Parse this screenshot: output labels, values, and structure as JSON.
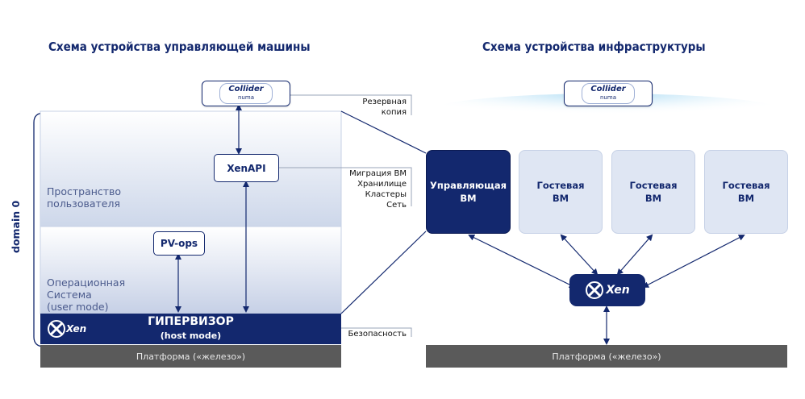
{
  "left": {
    "title": "Схема устройства управляющей машины",
    "logo": {
      "name": "Collider",
      "sub": "numa"
    },
    "xenapi": "XenAPI",
    "pvops": "PV-ops",
    "userspace": "Пространство\nпользователя",
    "os": "Операционная\nСистема\n(user mode)",
    "domain": "domain 0",
    "hypervisor": "ГИПЕРВИЗОР",
    "hostmode": "(host mode)",
    "xen_logo": "Xen",
    "platform": "Платформа («железо»)",
    "side": {
      "backup": "Резервная\nкопия",
      "mgmt": "Миграция ВМ\nХранилище\nКластеры\nСеть",
      "security": "Безопасность"
    }
  },
  "right": {
    "title": "Схема устройства инфраструктуры",
    "logo": {
      "name": "Collider",
      "sub": "numa"
    },
    "vms": [
      {
        "label": "Управляющая\nВМ",
        "kind": "mgmt"
      },
      {
        "label": "Гостевая\nВМ",
        "kind": "guest"
      },
      {
        "label": "Гостевая\nВМ",
        "kind": "guest"
      },
      {
        "label": "Гостевая\nВМ",
        "kind": "guest"
      }
    ],
    "xen_logo": "Xen",
    "platform": "Платформа («железо»)"
  },
  "colors": {
    "navy": "#13286e",
    "light_vm": "#dfe6f3",
    "platform": "#5a5a5a"
  }
}
